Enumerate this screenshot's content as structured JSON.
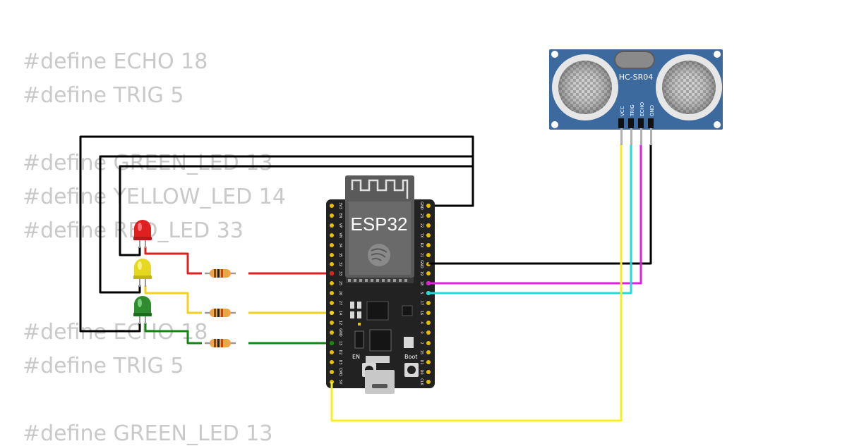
{
  "code_lines": [
    "#define ECHO 18",
    "#define TRIG 5",
    "#define GREEN_LED 13",
    "#define YELLOW_LED 14",
    "#define RED_LED 33",
    "#define ECHO 18",
    "#define TRIG 5",
    "#define GREEN_LED 13"
  ],
  "board": {
    "name": "ESP32",
    "en_label": "EN",
    "boot_label": "Boot",
    "left_pins": [
      "3V3",
      "EN",
      "VP",
      "VN",
      "34",
      "35",
      "32",
      "33",
      "25",
      "26",
      "27",
      "14",
      "12",
      "GND",
      "13",
      "D2",
      "D3",
      "CMD",
      "5V"
    ],
    "right_pins": [
      "GND",
      "23",
      "22",
      "TX",
      "RX",
      "21",
      "GND",
      "19",
      "18",
      "5",
      "17",
      "16",
      "4",
      "0",
      "2",
      "15",
      "D1",
      "D0",
      "CLK"
    ]
  },
  "sensor": {
    "name": "HC-SR04",
    "pins": [
      "VCC",
      "TRIG",
      "ECHO",
      "GND"
    ]
  },
  "leds": [
    {
      "color": "red",
      "hex": "#e02020"
    },
    {
      "color": "yellow",
      "hex": "#e6d820"
    },
    {
      "color": "green",
      "hex": "#2e8b2e"
    }
  ],
  "wire_colors": {
    "red": "#e02020",
    "yellow": "#f2d21b",
    "green": "#118811",
    "black": "#000000",
    "magenta": "#e020e0",
    "cyan": "#22dcdc",
    "sensor_vcc": "#f5f01e"
  }
}
